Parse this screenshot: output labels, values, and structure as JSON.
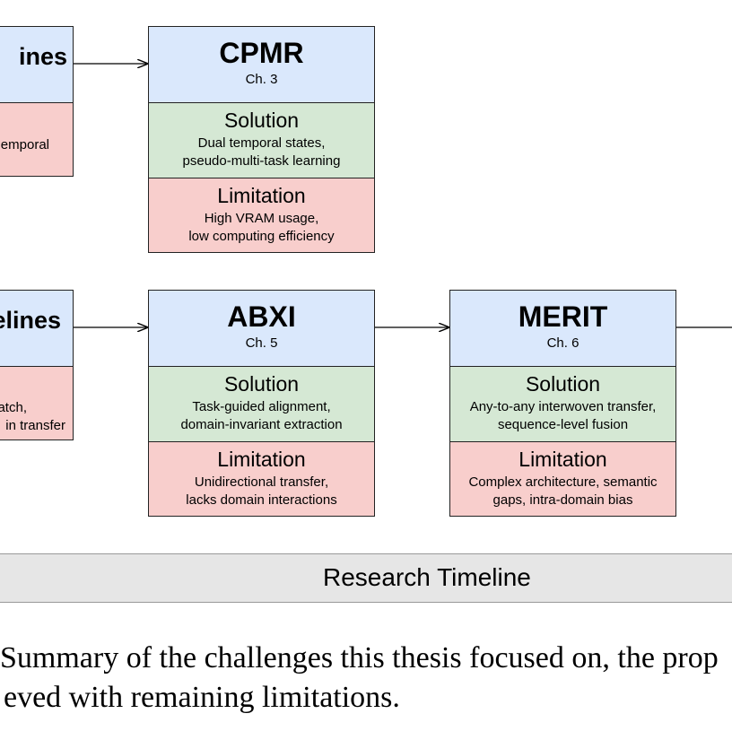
{
  "row1": {
    "partial": {
      "title": "ines",
      "body": "emporal"
    },
    "cpmr": {
      "name": "CPMR",
      "chapter": "Ch. 3",
      "solution_heading": "Solution",
      "solution_lines": [
        "Dual temporal states,",
        "pseudo-multi-task learning"
      ],
      "limitation_heading": "Limitation",
      "limitation_lines": [
        "High VRAM usage,",
        "low computing efficiency"
      ]
    }
  },
  "row2": {
    "partial": {
      "title": "elines",
      "body_lines": [
        "atch,",
        "in transfer"
      ]
    },
    "abxi": {
      "name": "ABXI",
      "chapter": "Ch. 5",
      "solution_heading": "Solution",
      "solution_lines": [
        "Task-guided alignment,",
        "domain-invariant extraction"
      ],
      "limitation_heading": "Limitation",
      "limitation_lines": [
        "Unidirectional transfer,",
        "lacks domain interactions"
      ]
    },
    "merit": {
      "name": "MERIT",
      "chapter": "Ch. 6",
      "solution_heading": "Solution",
      "solution_lines": [
        "Any-to-any interwoven transfer,",
        "sequence-level fusion"
      ],
      "limitation_heading": "Limitation",
      "limitation_lines": [
        "Complex architecture, semantic",
        "gaps, intra-domain bias"
      ]
    }
  },
  "timeline_label": "Research Timeline",
  "caption_lines": [
    "Summary of the challenges this thesis focused on, the prop",
    "eved with remaining limitations."
  ],
  "colors": {
    "title_fill": "#dae8fc",
    "solution_fill": "#d5e8d4",
    "limitation_fill": "#f8cecc",
    "timeline_fill": "#e6e6e6"
  }
}
